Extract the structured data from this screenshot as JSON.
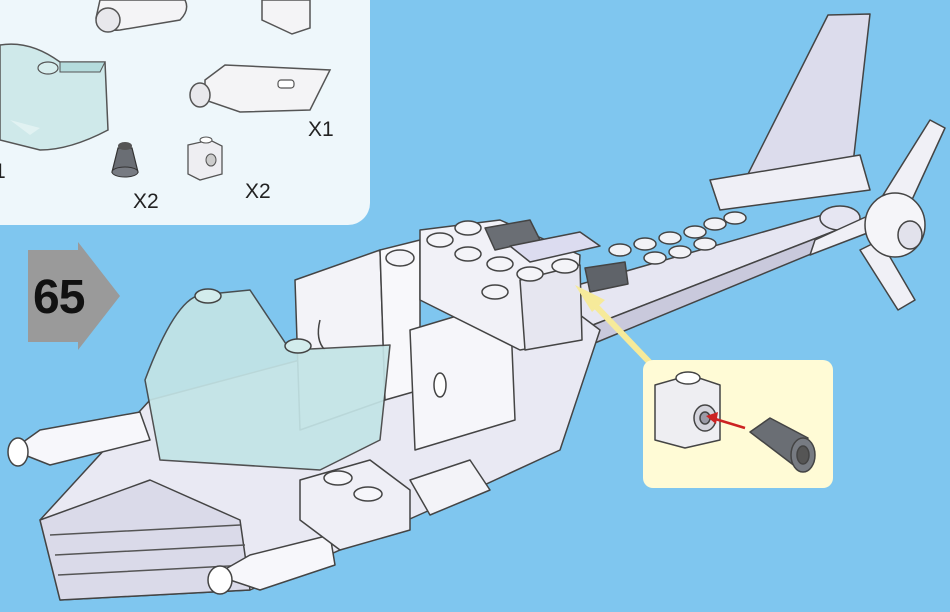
{
  "step": {
    "number": "65"
  },
  "parts_list": {
    "quantities": [
      "X1",
      "X2",
      "X2",
      "1"
    ]
  },
  "colors": {
    "background": "#7fc6ef",
    "panel": "#eef7fb",
    "callout": "#fffbd6",
    "arrow": "#9a9a9a",
    "brick_light": "#f2f2f6",
    "brick_shade": "#d8d8e8",
    "glass": "#bfe3e6",
    "dark_part": "#666a70",
    "pointer": "#fdf3a0",
    "small_arrow": "#cc2222"
  },
  "icons": [
    "step-arrow",
    "windscreen-part",
    "slope-plate-part",
    "cone-part",
    "headlight-brick-part",
    "helicopter-model",
    "tail-rotor",
    "pointer-arrow"
  ]
}
